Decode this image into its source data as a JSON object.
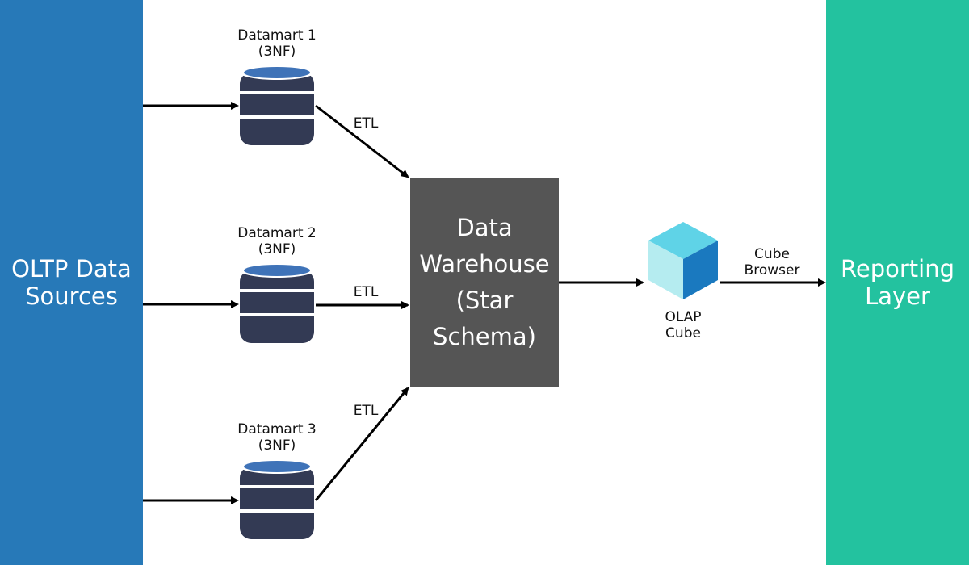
{
  "sources": {
    "label": "OLTP Data\nSources",
    "color": "#2779b8"
  },
  "reporting": {
    "label": "Reporting\nLayer",
    "color": "#23c29f"
  },
  "warehouse": {
    "label": "Data\nWarehouse\n(Star\nSchema)",
    "color": "#555555"
  },
  "datamarts": [
    {
      "label": "Datamart 1\n(3NF)",
      "etl_label": "ETL"
    },
    {
      "label": "Datamart 2\n(3NF)",
      "etl_label": "ETL"
    },
    {
      "label": "Datamart 3\n(3NF)",
      "etl_label": "ETL"
    }
  ],
  "olap": {
    "label": "OLAP\nCube"
  },
  "cube_browser": {
    "label": "Cube\nBrowser"
  },
  "colors": {
    "database_body": "#333a54",
    "database_top": "#3f73b8",
    "cube_top": "#5fd3e7",
    "cube_left": "#b5ecf0",
    "cube_right": "#1a79bf",
    "arrow": "#000000"
  },
  "icons": {
    "database": "database-icon",
    "cube": "cube-icon"
  }
}
